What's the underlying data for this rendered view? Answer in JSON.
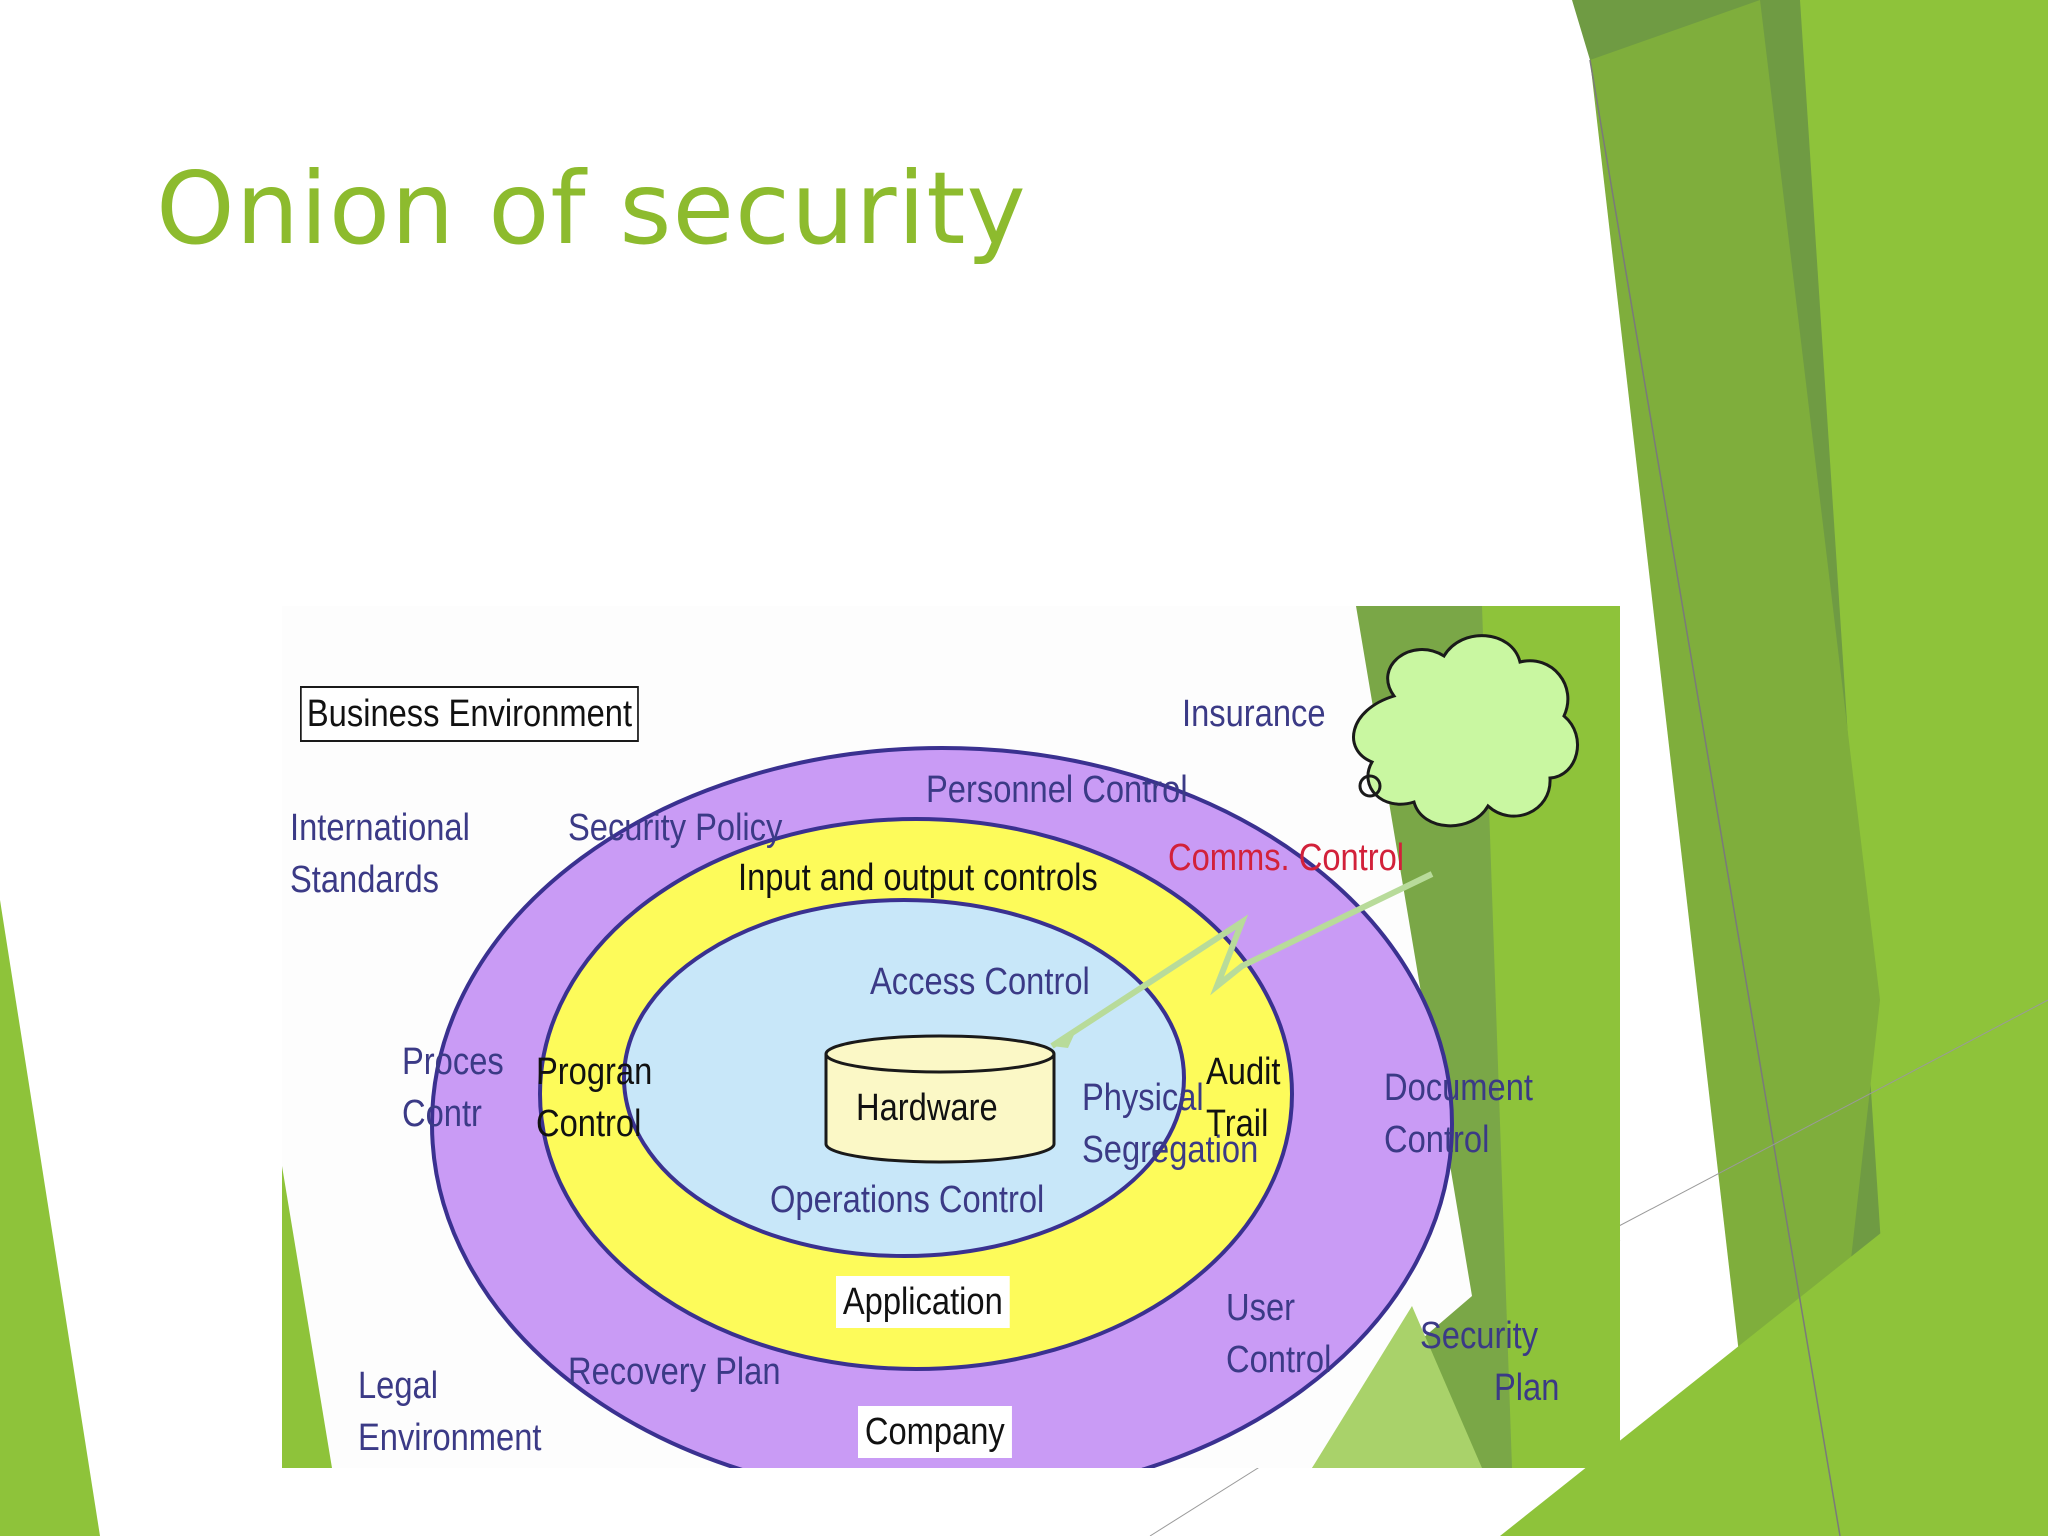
{
  "slide": {
    "title": "Onion of security",
    "theme_colors": {
      "title": "#8dbb2e",
      "accent_dark": "#6f9b43",
      "accent_light": "#8ec33a"
    }
  },
  "diagram": {
    "ring_colors": {
      "outer": "#c99bf5",
      "middle": "#fdfb5a",
      "inner": "#c8e7f9",
      "core": "#fbf8c6",
      "border": "#3a3190",
      "cloud": "#c9f7a1"
    },
    "labels": {
      "business_environment": "Business Environment",
      "insurance": "Insurance",
      "personnel_control": "Personnel Control",
      "international_standards_1": "International",
      "international_standards_2": "Standards",
      "security_policy": "Security Policy",
      "comms_control": "Comms. Control",
      "input_output_controls": "Input and output controls",
      "access_control": "Access Control",
      "process_control_1": "Proces",
      "process_control_2": "Contr",
      "program_control_1": "Progran",
      "program_control_2": "Control",
      "hardware": "Hardware",
      "physical_segregation_1": "Physical",
      "physical_segregation_2": "Segregation",
      "audit_trail_1": "Audit",
      "audit_trail_2": "Trail",
      "document_control_1": "Document",
      "document_control_2": "Control",
      "operations_control": "Operations Control",
      "application": "Application",
      "user_control_1": "User",
      "user_control_2": "Control",
      "security_plan_1": "Security",
      "security_plan_2": "Plan",
      "legal_environment_1": "Legal",
      "legal_environment_2": "Environment",
      "recovery_plan": "Recovery Plan",
      "company": "Company"
    }
  }
}
